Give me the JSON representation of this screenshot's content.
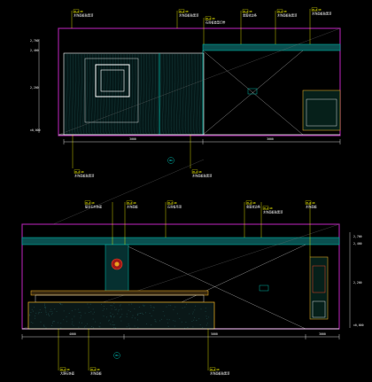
{
  "colors": {
    "background": "#000000",
    "wall": "#a020a0",
    "frame": "#ffffff",
    "panel": "#00b0a0",
    "leader": "#ffff00",
    "cabinet": "#d8a020",
    "texture": "#2a6060",
    "diag": "#b0b0b0"
  },
  "top": {
    "levels": [
      "2,700",
      "2,400",
      "2,200",
      "±0,000"
    ],
    "callouts": [
      {
        "tag": "PL2",
        "code": "40",
        "text": "木饰面板贴黑漆"
      },
      {
        "tag": "PL2",
        "code": "40",
        "text": "木饰面板贴黑漆"
      },
      {
        "tag": "PL2",
        "code": "40",
        "text": "石膏板造型灯带"
      },
      {
        "tag": "PL2",
        "code": "40",
        "text": "金属收边条"
      },
      {
        "tag": "PL2",
        "code": "40",
        "text": "木饰面板贴黑漆"
      },
      {
        "tag": "PL2",
        "code": "40",
        "text": "木饰面板贴黑漆"
      }
    ],
    "dims_bottom": [
      "3000",
      "3000"
    ],
    "section_marker": "01"
  },
  "bottom": {
    "levels": [
      "2,700",
      "2,400",
      "2,200",
      "±0,000"
    ],
    "callouts_top": [
      {
        "tag": "PL2",
        "code": "40",
        "text": "壁龛石材饰面"
      },
      {
        "tag": "PL2",
        "code": "40",
        "text": "木饰面板"
      },
      {
        "tag": "PL2",
        "code": "40",
        "text": "石膏板吊顶"
      },
      {
        "tag": "PL2",
        "code": "40",
        "text": "金属收边条"
      },
      {
        "tag": "PL2",
        "code": "40",
        "text": "木饰面板贴黑漆"
      },
      {
        "tag": "PL2",
        "code": "40",
        "text": "木饰面板"
      }
    ],
    "callouts_bottom": [
      {
        "tag": "PL2",
        "code": "40",
        "text": "大理石饰面"
      },
      {
        "tag": "PL2",
        "code": "40",
        "text": "木饰面板"
      },
      {
        "tag": "PL2",
        "code": "40",
        "text": "木饰面板贴黑漆"
      }
    ],
    "dims_bottom": [
      "4000",
      "5000",
      "3000"
    ],
    "section_marker": "01"
  }
}
